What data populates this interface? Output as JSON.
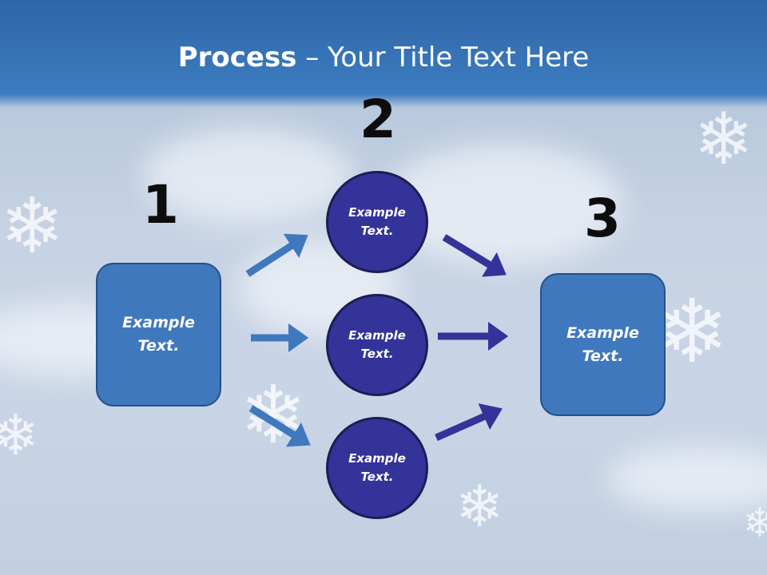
{
  "slide": {
    "title_bold": "Process",
    "title_rest": " – Your Title Text Here"
  },
  "steps": {
    "step1": {
      "number": "1",
      "text": "Example\nText."
    },
    "step2": {
      "number": "2",
      "circles": [
        "Example\nText.",
        "Example\nText.",
        "Example\nText."
      ]
    },
    "step3": {
      "number": "3",
      "text": "Example\nText."
    }
  },
  "colors": {
    "box_fill": "#3f78bd",
    "circle_fill": "#333399",
    "arrow_light": "#3f78bd",
    "arrow_dark": "#333399",
    "header": "#2f66a8"
  }
}
